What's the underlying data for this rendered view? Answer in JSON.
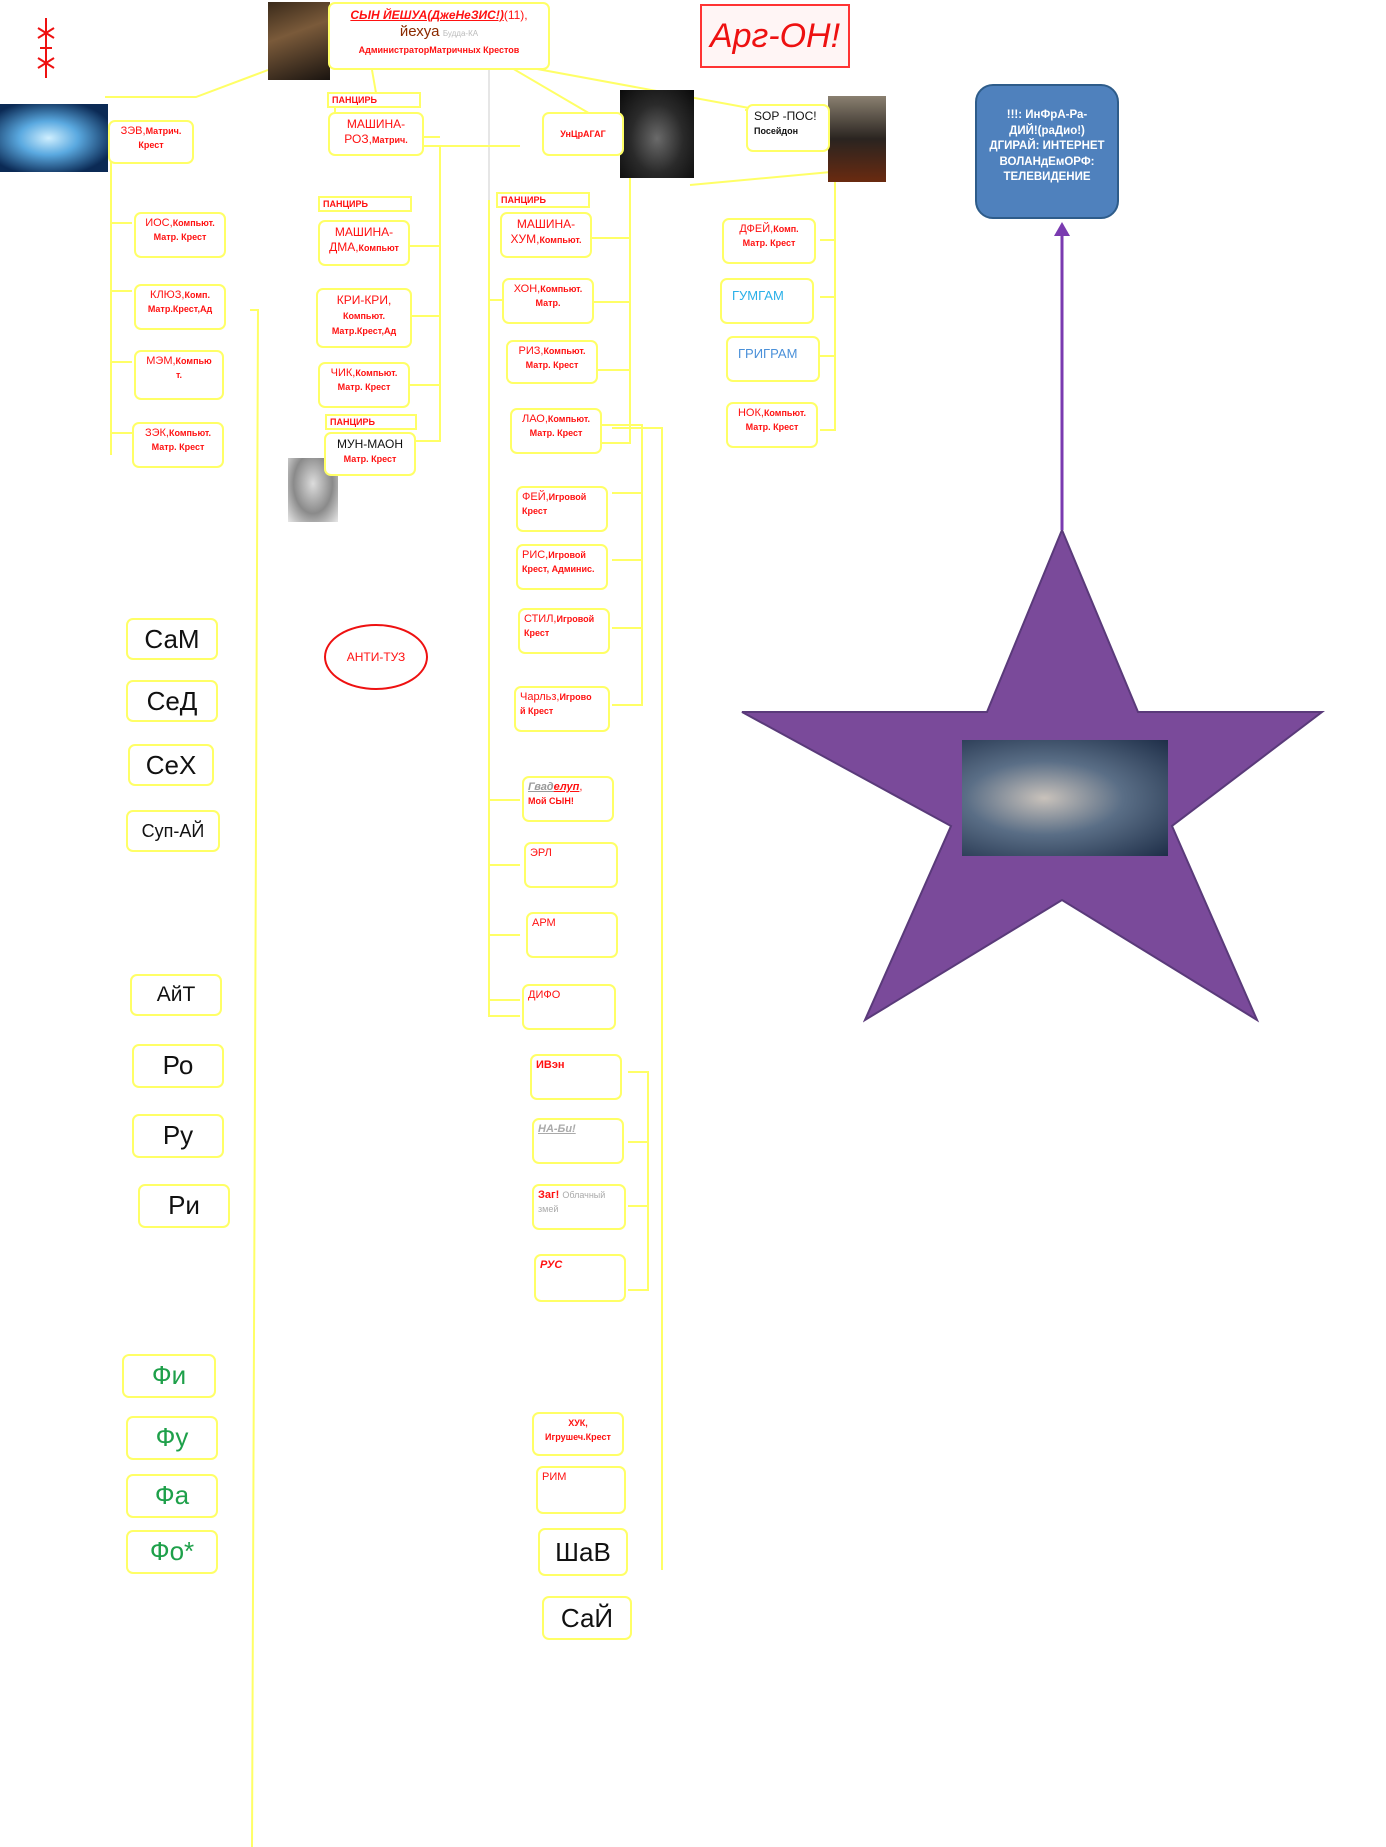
{
  "symbol": "ЖЖ",
  "root": {
    "name": "СЫН ЙЕШУА(ДжеНеЗИС!)",
    "number": "(11),",
    "alias": "йехуа",
    "alias_note": "Будда-КА",
    "role": "АдминистраторМатричных Крестов"
  },
  "title_box": "Арг-ОН!",
  "info_box": {
    "line1": "!!!: ИнФрА-Ра-",
    "line2": "ДИЙ!(раДио!)",
    "line3": "ДГИРАЙ: ИНТЕРНЕТ",
    "line4": "ВОЛАНдЕмОРФ:",
    "line5": "ТЕЛЕВИДЕНИЕ"
  },
  "anti": "АНТИ-ТУЗ",
  "tags": {
    "pantsir1": "ПАНЦИРЬ",
    "pantsir2": "ПАНЦИРЬ",
    "pantsir3": "ПАНЦИРЬ",
    "pantsir4": "ПАНЦИРЬ"
  },
  "col1": {
    "zev": {
      "a": "ЗЭВ,",
      "b": "Матрич.",
      "c": "Крест"
    },
    "ios": {
      "a": "ИОС,",
      "b": "Компьют.",
      "c": "Матр. Крест"
    },
    "klyuz": {
      "a": "КЛЮЗ,",
      "b": "Комп.",
      "c": "Матр.Крест,Ад"
    },
    "mem": {
      "a": "МЭМ,",
      "b": "Компью",
      "c": "т."
    },
    "zek": {
      "a": "ЗЭК,",
      "b": "Компьют.",
      "c": "Матр. Крест"
    }
  },
  "col2": {
    "mroz": {
      "a": "МАШИНА-",
      "b": "РОЗ,",
      "c": "Матрич."
    },
    "mdma": {
      "a": "МАШИНА-",
      "b": "ДМА,",
      "c": "Компьют"
    },
    "kri": {
      "a": "КРИ-КРИ,",
      "b": "Компьют.",
      "c": "Матр.Крест,Ад"
    },
    "chik": {
      "a": "ЧИК,",
      "b": "Компьют.",
      "c": "Матр. Крест"
    },
    "mun": {
      "a": "МУН-МАОН",
      "b": "Матр. Крест"
    }
  },
  "col3": {
    "untsr": "УнЦрАГАГ",
    "mhum": {
      "a": "МАШИНА-",
      "b": "ХУМ,",
      "c": "Компьют."
    },
    "hon": {
      "a": "ХОН,",
      "b": "Компьют.",
      "c": "Матр."
    },
    "riz": {
      "a": "РИЗ,",
      "b": "Компьют.",
      "c": "Матр. Крест"
    },
    "lao": {
      "a": "ЛАО,",
      "b": "Компьют.",
      "c": "Матр. Крест"
    },
    "fey": {
      "a": "ФЕЙ,",
      "b": "Игровой",
      "c": "Крест"
    },
    "ris": {
      "a": "РИС,",
      "b": "Игровой",
      "c": "Крест, Админис."
    },
    "stil": {
      "a": "СТИЛ,",
      "b": "Игровой",
      "c": "Крест"
    },
    "charlz": {
      "a": "Чарльз,",
      "b": "Игрово",
      "c": "й Крест"
    },
    "gvad": {
      "a": "Гвад",
      "b": "елуп",
      "c": ",",
      "d": "Мой СЫН!"
    },
    "erl": "ЭРЛ",
    "arm": "АРМ",
    "difo": "ДИФО",
    "ivan": "ИВэн",
    "nabi": "НА-Би!",
    "zag": {
      "a": "Заг!",
      "b": "Облачный",
      "c": "змей"
    },
    "rus": "РУС",
    "huk": {
      "a": "ХУК,",
      "b": "Игрушеч.Крест"
    },
    "rim": "РИМ",
    "shav": "ШаВ",
    "say": "СаЙ"
  },
  "col4": {
    "sor": {
      "a": "SOР -ПОС!",
      "b": "Посейдон"
    },
    "dfey": {
      "a": "ДФЕЙ,",
      "b": "Комп.",
      "c": "Матр. Крест"
    },
    "gumgam": "ГУМГАМ",
    "grigram": "ГРИГРАМ",
    "nok": {
      "a": "НОК,",
      "b": "Компьют.",
      "c": "Матр. Крест"
    }
  },
  "left_list": {
    "sam": "СаМ",
    "sed": "СеД",
    "seh": "СеХ",
    "supay": "Суп-АЙ",
    "ayt": "АйТ",
    "ro": "Ро",
    "ru": "Ру",
    "ri": "Ри",
    "fi": "Фи",
    "fu": "Фу",
    "fa": "Фа",
    "fo": "Фо*"
  },
  "colors": {
    "connector": "#ffff66",
    "red_text": "#ff1111",
    "star": "#7a4a9a",
    "arrow": "#7a3ab0",
    "info_fill": "#4f81bd",
    "green_text": "#1ea04a"
  }
}
